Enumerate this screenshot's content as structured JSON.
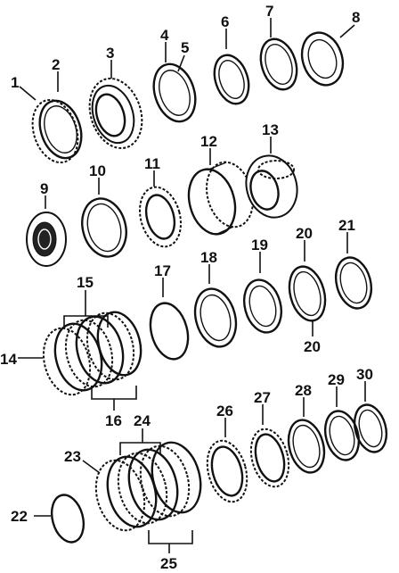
{
  "callouts": [
    {
      "id": "1",
      "text": "1"
    },
    {
      "id": "2",
      "text": "2"
    },
    {
      "id": "3",
      "text": "3"
    },
    {
      "id": "4",
      "text": "4"
    },
    {
      "id": "5",
      "text": "5"
    },
    {
      "id": "6",
      "text": "6"
    },
    {
      "id": "7",
      "text": "7"
    },
    {
      "id": "8",
      "text": "8"
    },
    {
      "id": "9",
      "text": "9"
    },
    {
      "id": "10",
      "text": "10"
    },
    {
      "id": "11",
      "text": "11"
    },
    {
      "id": "12",
      "text": "12"
    },
    {
      "id": "13",
      "text": "13"
    },
    {
      "id": "14",
      "text": "14"
    },
    {
      "id": "15",
      "text": "15"
    },
    {
      "id": "16",
      "text": "16"
    },
    {
      "id": "17",
      "text": "17"
    },
    {
      "id": "18",
      "text": "18"
    },
    {
      "id": "19",
      "text": "19"
    },
    {
      "id": "20a",
      "text": "20"
    },
    {
      "id": "20b",
      "text": "20"
    },
    {
      "id": "21",
      "text": "21"
    },
    {
      "id": "22",
      "text": "22"
    },
    {
      "id": "23",
      "text": "23"
    },
    {
      "id": "24",
      "text": "24"
    },
    {
      "id": "25",
      "text": "25"
    },
    {
      "id": "26",
      "text": "26"
    },
    {
      "id": "27",
      "text": "27"
    },
    {
      "id": "28",
      "text": "28"
    },
    {
      "id": "29",
      "text": "29"
    },
    {
      "id": "30",
      "text": "30"
    }
  ]
}
